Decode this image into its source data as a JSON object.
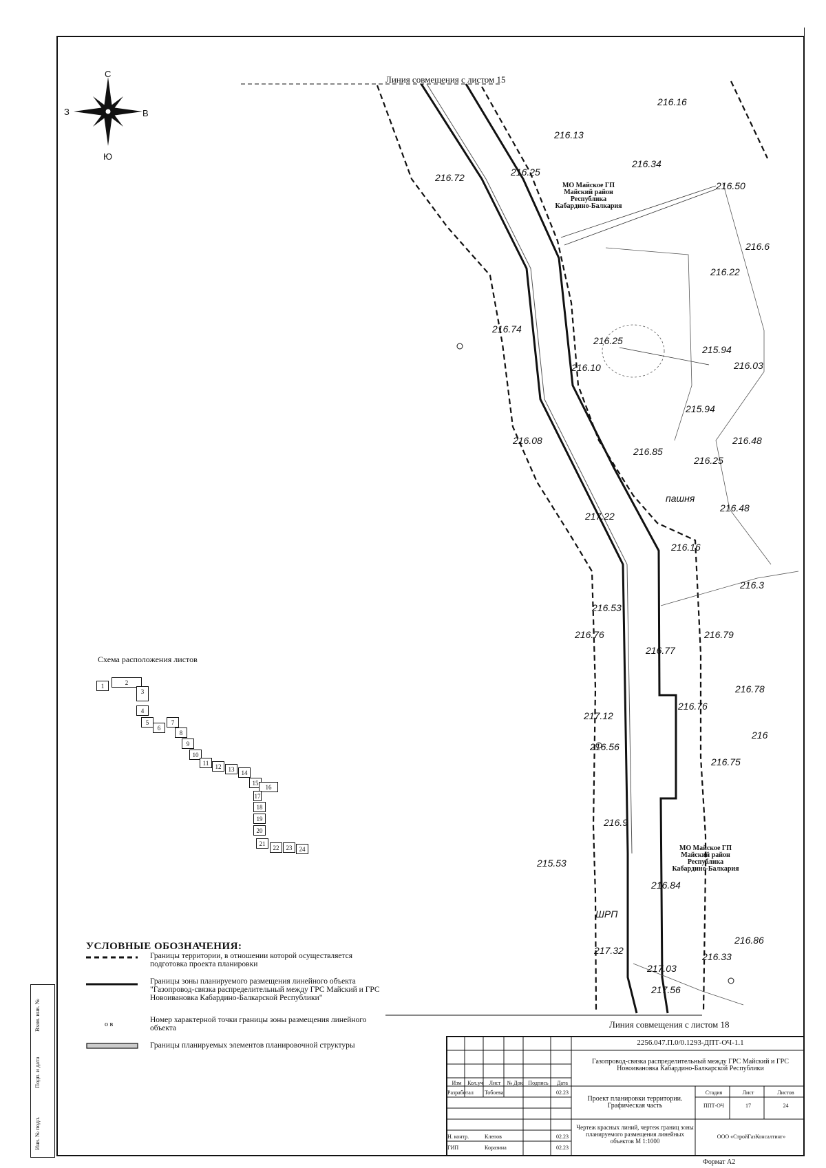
{
  "sheet": {
    "top_match_line": "Линия совмещения с листом 15",
    "bottom_match_line": "Линия совмещения с листом 18",
    "format": "Формат А2"
  },
  "compass": {
    "north": "С",
    "south": "Ю",
    "west": "З",
    "east": "В"
  },
  "mo_labels": {
    "top": [
      "МО Майское ГП",
      "Майский район",
      "Республика",
      "Кабардино-Балкария"
    ],
    "bottom": [
      "МО Майское ГП",
      "Майский район",
      "Республика",
      "Кабардино-Балкария"
    ]
  },
  "map_words": {
    "field": "пашня",
    "wrp": "ШРП"
  },
  "elevations": [
    "216.16",
    "216.13",
    "216.34",
    "216.50",
    "216.25",
    "216.72",
    "216.6",
    "216.22",
    "216.74",
    "216.25",
    "216.10",
    "215.94",
    "216.03",
    "215.94",
    "216.48",
    "216.25",
    "216.08",
    "216.85",
    "216.48",
    "216.16",
    "217.22",
    "216.3",
    "216.53",
    "216.76",
    "216.79",
    "216.77",
    "216.78",
    "216.76",
    "217.12",
    "216.56",
    "216.75",
    "216.9",
    "215.53",
    "216.84",
    "216.86",
    "216.33",
    "217.32",
    "217.03",
    "217.56",
    "216"
  ],
  "legend": {
    "title": "УСЛОВНЫЕ ОБОЗНАЧЕНИЯ:",
    "items": [
      "Границы территории, в отношении которой осуществляется подготовка проекта планировки",
      "Границы зоны планируемого размещения линейного объекта \"Газопровод-связка распределительный между ГРС Майский и ГРС Новоивановка Кабардино-Балкарской Республики\"",
      "Номер характерной точки границы зоны размещения линейного объекта",
      "Границы планируемых элементов планировочной структуры"
    ],
    "point_symbol": "о в"
  },
  "scheme": {
    "title": "Схема расположения листов",
    "sheets": [
      "1",
      "2",
      "3",
      "4",
      "5",
      "6",
      "7",
      "8",
      "9",
      "10",
      "11",
      "12",
      "13",
      "14",
      "15",
      "16",
      "17",
      "18",
      "19",
      "20",
      "21",
      "22",
      "23",
      "24"
    ]
  },
  "title_block": {
    "code": "2256.047.П.0/0.1293-ДПТ-ОЧ-1.1",
    "project": "Газопровод-связка распределительный между ГРС Майский и ГРС Новоивановка Кабардино-Балкарской Республики",
    "header_cols": [
      "Изм",
      "Кол.уч",
      "Лист",
      "№ Док",
      "Подпись",
      "Дата"
    ],
    "rows": [
      {
        "role": "Разработал",
        "name": "Тобоева",
        "date": "02.23"
      },
      {
        "role": "Н. контр.",
        "name": "Клепов",
        "date": "02.23"
      },
      {
        "role": "ГИП",
        "name": "Коразина",
        "date": "02.23"
      }
    ],
    "section": "Проект планировки территории. Графическая часть",
    "stage_label": "Стадия",
    "sheet_label": "Лист",
    "sheets_label": "Листов",
    "stage": "ППТ-ОЧ",
    "sheet": "17",
    "sheets": "24",
    "drawing": "Чертеж красных линий, чертеж границ зоны планируемого размещения линейных объектов М 1:1000",
    "company": "ООО «СтройГазКонсалтинг»"
  },
  "side_stamp": [
    "Взам. инв. №",
    "Подп. и дата",
    "Инв. № подл."
  ]
}
